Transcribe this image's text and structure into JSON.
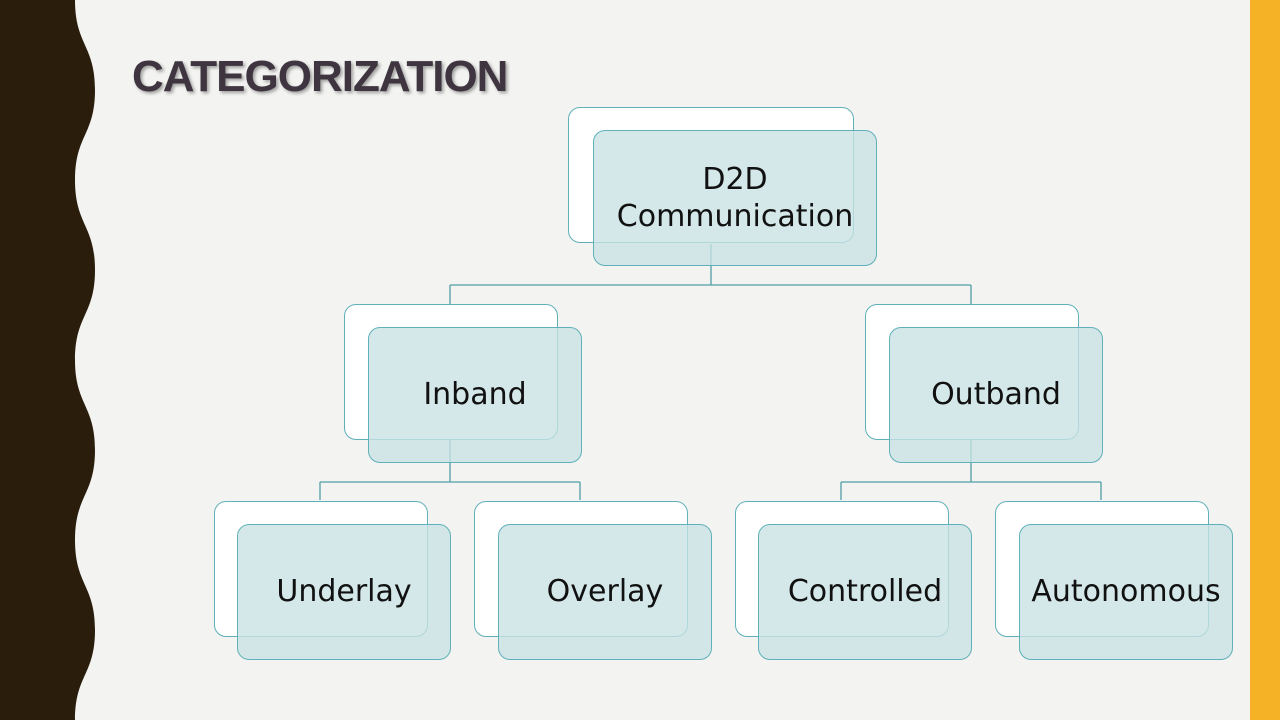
{
  "title": "CATEGORIZATION",
  "colors": {
    "background": "#f3f3f1",
    "left_band": "#2b1d0c",
    "right_band": "#f6b226",
    "node_fill": "#c8e1e4",
    "node_border": "#5fb0b8",
    "title_text": "#3f3540"
  },
  "tree": {
    "root": "D2D Communication",
    "inband": "Inband",
    "outband": "Outband",
    "underlay": "Underlay",
    "overlay": "Overlay",
    "controlled": "Controlled",
    "autonomous": "Autonomous"
  }
}
